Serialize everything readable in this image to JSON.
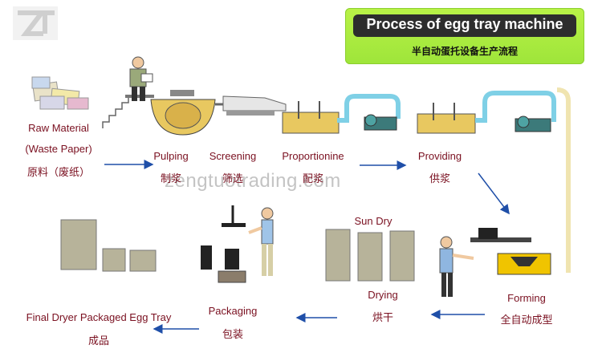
{
  "title": {
    "en": "Process of egg tray machine",
    "cn": "半自动蛋托设备生产流程"
  },
  "watermark": "zengtuotrading.com",
  "colors": {
    "label": "#7a1020",
    "arrow": "#1f4fa8",
    "title_bg": "#a8ea3f",
    "title_dark": "#2d2d2d",
    "pipe": "#7fd0e6",
    "pulp": "#e8c860"
  },
  "steps": {
    "raw_material": {
      "line1": "Raw Material",
      "line2": "(Waste Paper)",
      "cn": "原料（废纸）"
    },
    "pulping": {
      "en": "Pulping",
      "cn": "制浆"
    },
    "screening": {
      "en": "Screening",
      "cn": "筛选"
    },
    "proportioning": {
      "en": "Proportionine",
      "cn": "配浆"
    },
    "providing": {
      "en": "Providing",
      "cn": "供浆"
    },
    "forming": {
      "en": "Forming",
      "cn": "全自动成型"
    },
    "sun_dry": {
      "en": "Sun Dry"
    },
    "drying": {
      "en": "Drying",
      "cn": "烘干"
    },
    "packaging": {
      "en": "Packaging",
      "cn": "包装"
    },
    "final": {
      "en": "Final Dryer Packaged Egg Tray",
      "cn": "成品"
    }
  }
}
